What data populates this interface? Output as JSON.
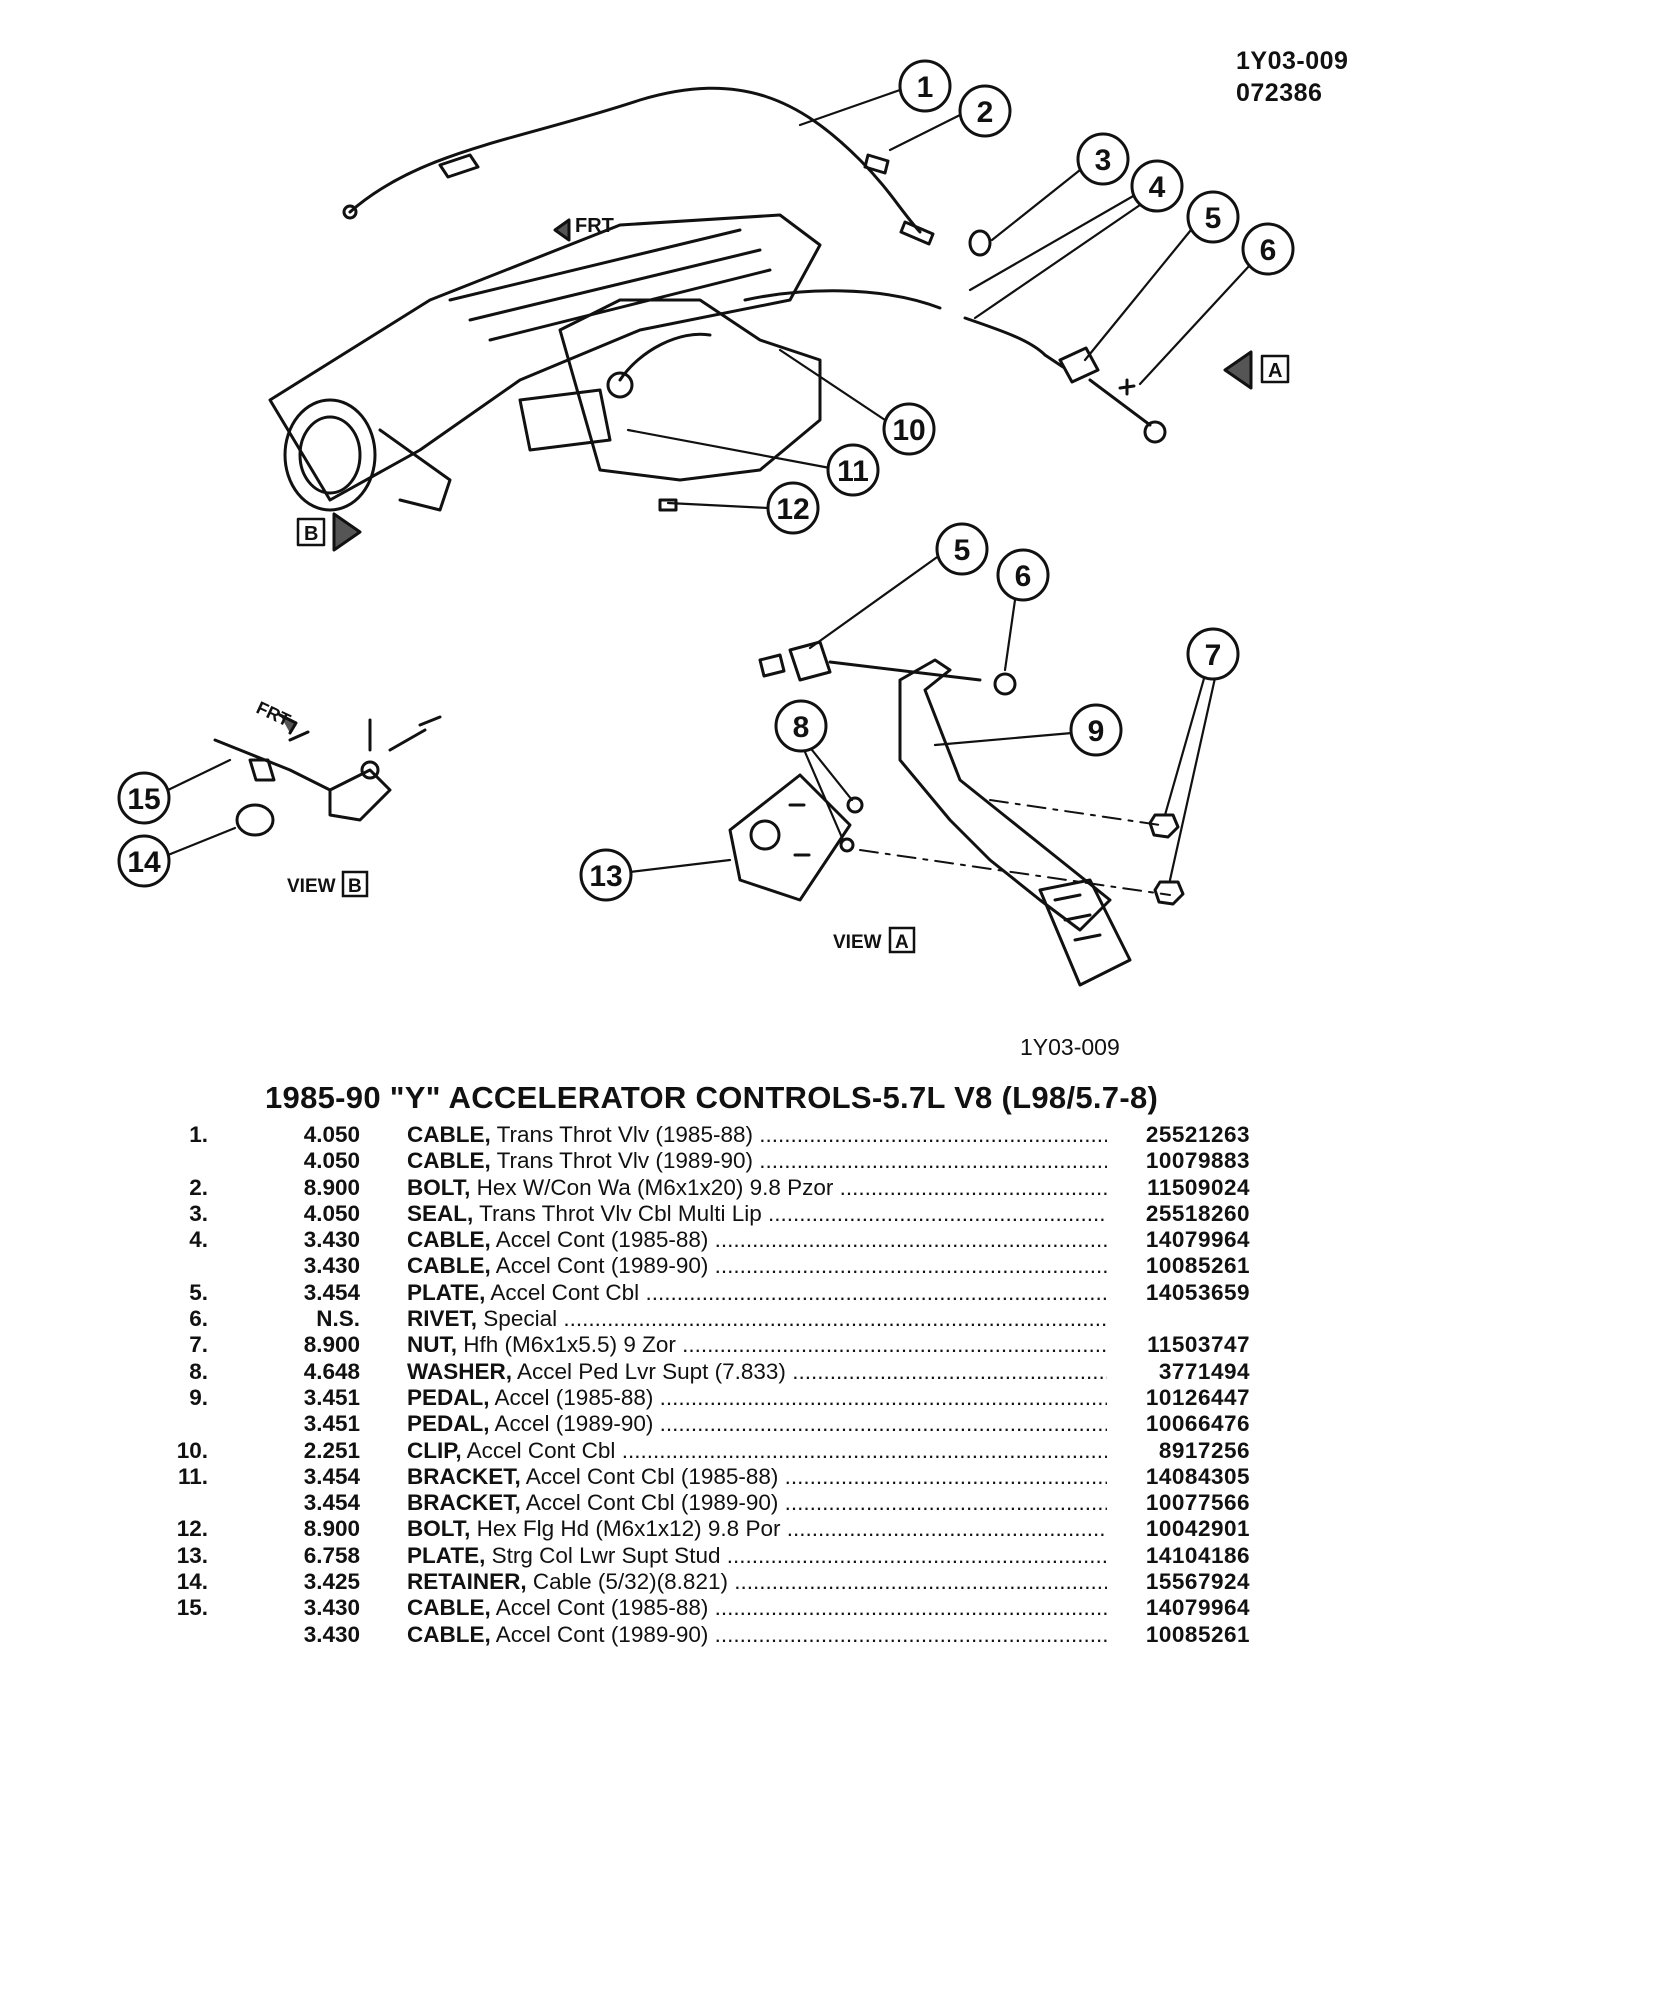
{
  "header": {
    "code": "1Y03-009",
    "date_code": "072386"
  },
  "diagram": {
    "footer_code": "1Y03-009",
    "frt_label": "FRT",
    "view_a_label": "VIEW",
    "view_a_letter": "A",
    "view_b_label": "VIEW",
    "view_b_letter": "B",
    "arrow_a_letter": "A",
    "arrow_b_letter": "B",
    "callouts": [
      "1",
      "2",
      "3",
      "4",
      "5",
      "6",
      "10",
      "11",
      "12",
      "5",
      "6",
      "7",
      "9",
      "8",
      "15",
      "14",
      "13"
    ]
  },
  "parts_list": {
    "title": "1985-90 \"Y\" ACCELERATOR CONTROLS-5.7L V8 (L98/5.7-8)",
    "rows": [
      {
        "no": "1.",
        "group": "4.050",
        "name": "CABLE,",
        "desc": "Trans Throt Vlv (1985-88)",
        "part": "25521263"
      },
      {
        "no": "",
        "group": "4.050",
        "name": "CABLE,",
        "desc": "Trans Throt Vlv (1989-90)",
        "part": "10079883"
      },
      {
        "no": "2.",
        "group": "8.900",
        "name": "BOLT,",
        "desc": "Hex W/Con Wa (M6x1x20) 9.8 Pzor",
        "part": "11509024"
      },
      {
        "no": "3.",
        "group": "4.050",
        "name": "SEAL,",
        "desc": "Trans Throt Vlv Cbl Multi Lip",
        "part": "25518260"
      },
      {
        "no": "4.",
        "group": "3.430",
        "name": "CABLE,",
        "desc": "Accel Cont (1985-88)",
        "part": "14079964"
      },
      {
        "no": "",
        "group": "3.430",
        "name": "CABLE,",
        "desc": "Accel Cont (1989-90)",
        "part": "10085261"
      },
      {
        "no": "5.",
        "group": "3.454",
        "name": "PLATE,",
        "desc": "Accel Cont Cbl",
        "part": "14053659"
      },
      {
        "no": "6.",
        "group": "N.S.",
        "name": "RIVET,",
        "desc": "Special",
        "part": ""
      },
      {
        "no": "7.",
        "group": "8.900",
        "name": "NUT,",
        "desc": "Hfh (M6x1x5.5) 9 Zor",
        "part": "11503747"
      },
      {
        "no": "8.",
        "group": "4.648",
        "name": "WASHER,",
        "desc": "Accel Ped Lvr Supt (7.833)",
        "part": "3771494"
      },
      {
        "no": "9.",
        "group": "3.451",
        "name": "PEDAL,",
        "desc": "Accel (1985-88)",
        "part": "10126447"
      },
      {
        "no": "",
        "group": "3.451",
        "name": "PEDAL,",
        "desc": "Accel (1989-90)",
        "part": "10066476"
      },
      {
        "no": "10.",
        "group": "2.251",
        "name": "CLIP,",
        "desc": "Accel Cont Cbl",
        "part": "8917256"
      },
      {
        "no": "11.",
        "group": "3.454",
        "name": "BRACKET,",
        "desc": "Accel Cont Cbl (1985-88)",
        "part": "14084305"
      },
      {
        "no": "",
        "group": "3.454",
        "name": "BRACKET,",
        "desc": "Accel Cont Cbl (1989-90)",
        "part": "10077566"
      },
      {
        "no": "12.",
        "group": "8.900",
        "name": "BOLT,",
        "desc": "Hex Flg Hd (M6x1x12) 9.8 Por",
        "part": "10042901"
      },
      {
        "no": "13.",
        "group": "6.758",
        "name": "PLATE,",
        "desc": "Strg Col Lwr Supt Stud",
        "part": "14104186"
      },
      {
        "no": "14.",
        "group": "3.425",
        "name": "RETAINER,",
        "desc": "Cable (5/32)(8.821)",
        "part": "15567924"
      },
      {
        "no": "15.",
        "group": "3.430",
        "name": "CABLE,",
        "desc": "Accel Cont (1985-88)",
        "part": "14079964"
      },
      {
        "no": "",
        "group": "3.430",
        "name": "CABLE,",
        "desc": "Accel Cont (1989-90)",
        "part": "10085261"
      }
    ]
  }
}
